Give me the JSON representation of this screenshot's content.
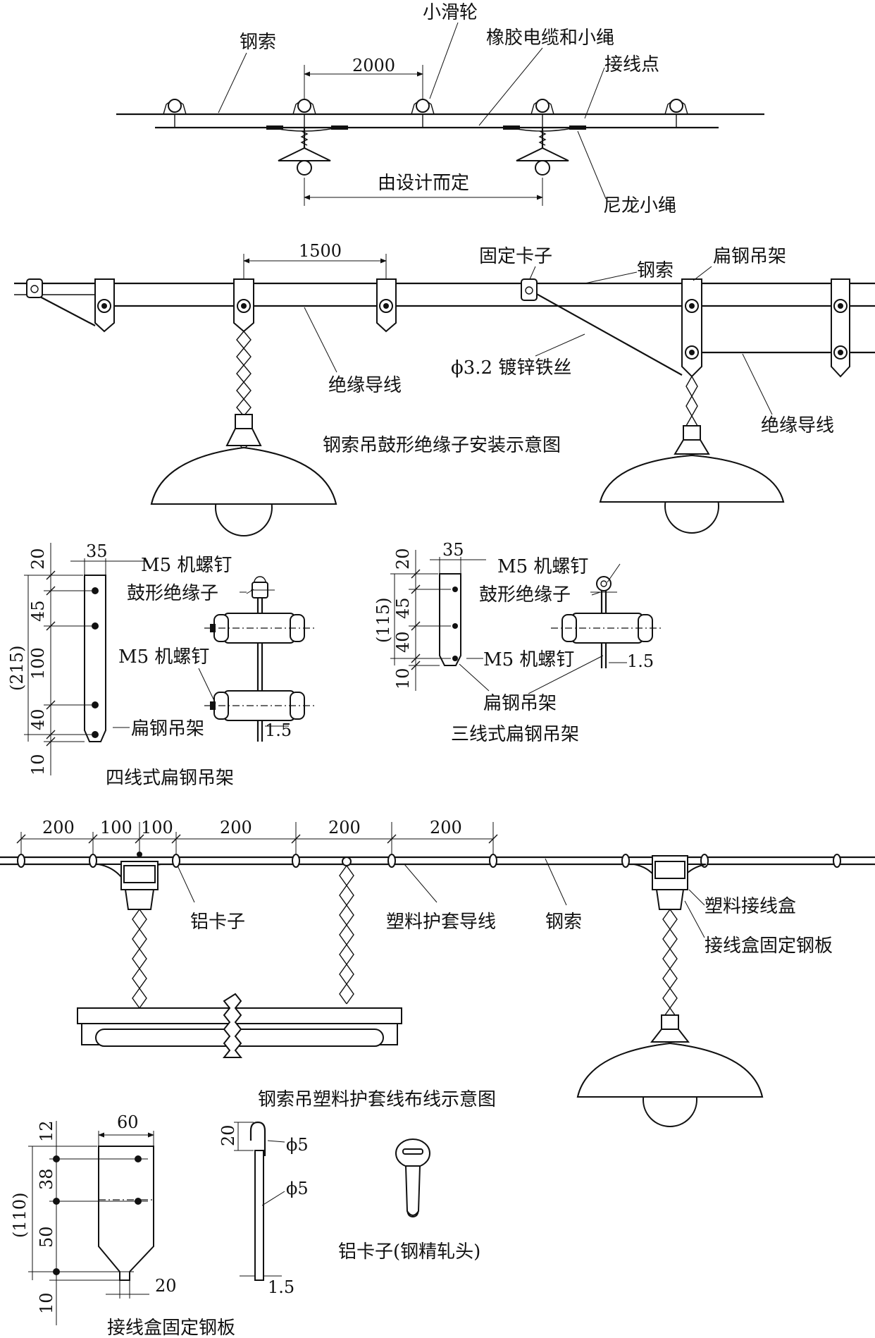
{
  "fig1": {
    "labels": {
      "pulley": "小滑轮",
      "steel_cable": "钢索",
      "rubber_cable": "橡胶电缆和小绳",
      "junction": "接线点",
      "nylon_rope": "尼龙小绳"
    },
    "dims": {
      "spacing": "2000",
      "by_design": "由设计而定"
    }
  },
  "fig2": {
    "labels": {
      "fixed_clip": "固定卡子",
      "steel_cable": "钢索",
      "flat_steel_hanger": "扁钢吊架",
      "insulated_wire_left": "绝缘导线",
      "galv_wire": "ϕ3.2 镀锌铁丝",
      "insulated_wire_right": "绝缘导线"
    },
    "dims": {
      "spacing": "1500"
    },
    "caption": "钢索吊鼓形绝缘子安装示意图"
  },
  "fig3": {
    "dims": {
      "width": "35",
      "d20": "20",
      "d45": "45",
      "d100": "100",
      "d40": "40",
      "d10": "10",
      "total": "(215)"
    },
    "labels": {
      "screw_top": "M5 机螺钉",
      "insulator": "鼓形绝缘子",
      "screw_mid": "M5 机螺钉",
      "hanger": "扁钢吊架",
      "thick": "1.5"
    },
    "caption": "四线式扁钢吊架"
  },
  "fig4": {
    "dims": {
      "width": "35",
      "d20": "20",
      "d45": "45",
      "d40": "40",
      "d10": "10",
      "total": "(115)"
    },
    "labels": {
      "screw_top": "M5 机螺钉",
      "insulator": "鼓形绝缘子",
      "screw_bot": "M5 机螺钉",
      "thick": "1.5",
      "hanger": "扁钢吊架"
    },
    "caption": "三线式扁钢吊架"
  },
  "fig5": {
    "dims": [
      "200",
      "100",
      "100",
      "200",
      "200",
      "200"
    ],
    "labels": {
      "al_clip": "铝卡子",
      "sheathed_wire": "塑料护套导线",
      "steel_cable": "钢索",
      "junction_box": "塑料接线盒",
      "box_plate": "接线盒固定钢板"
    },
    "caption": "钢索吊塑料护套线布线示意图"
  },
  "fig6": {
    "dims": {
      "width": "60",
      "d12": "12",
      "d38": "38",
      "d50": "50",
      "d10": "10",
      "total": "(110)",
      "bottom": "20"
    },
    "caption": "接线盒固定钢板"
  },
  "fig7": {
    "dims": {
      "d20": "20",
      "phi_top": "ϕ5",
      "phi_mid": "ϕ5",
      "thick": "1.5"
    }
  },
  "fig8": {
    "caption": "铝卡子(钢精轧头)"
  }
}
